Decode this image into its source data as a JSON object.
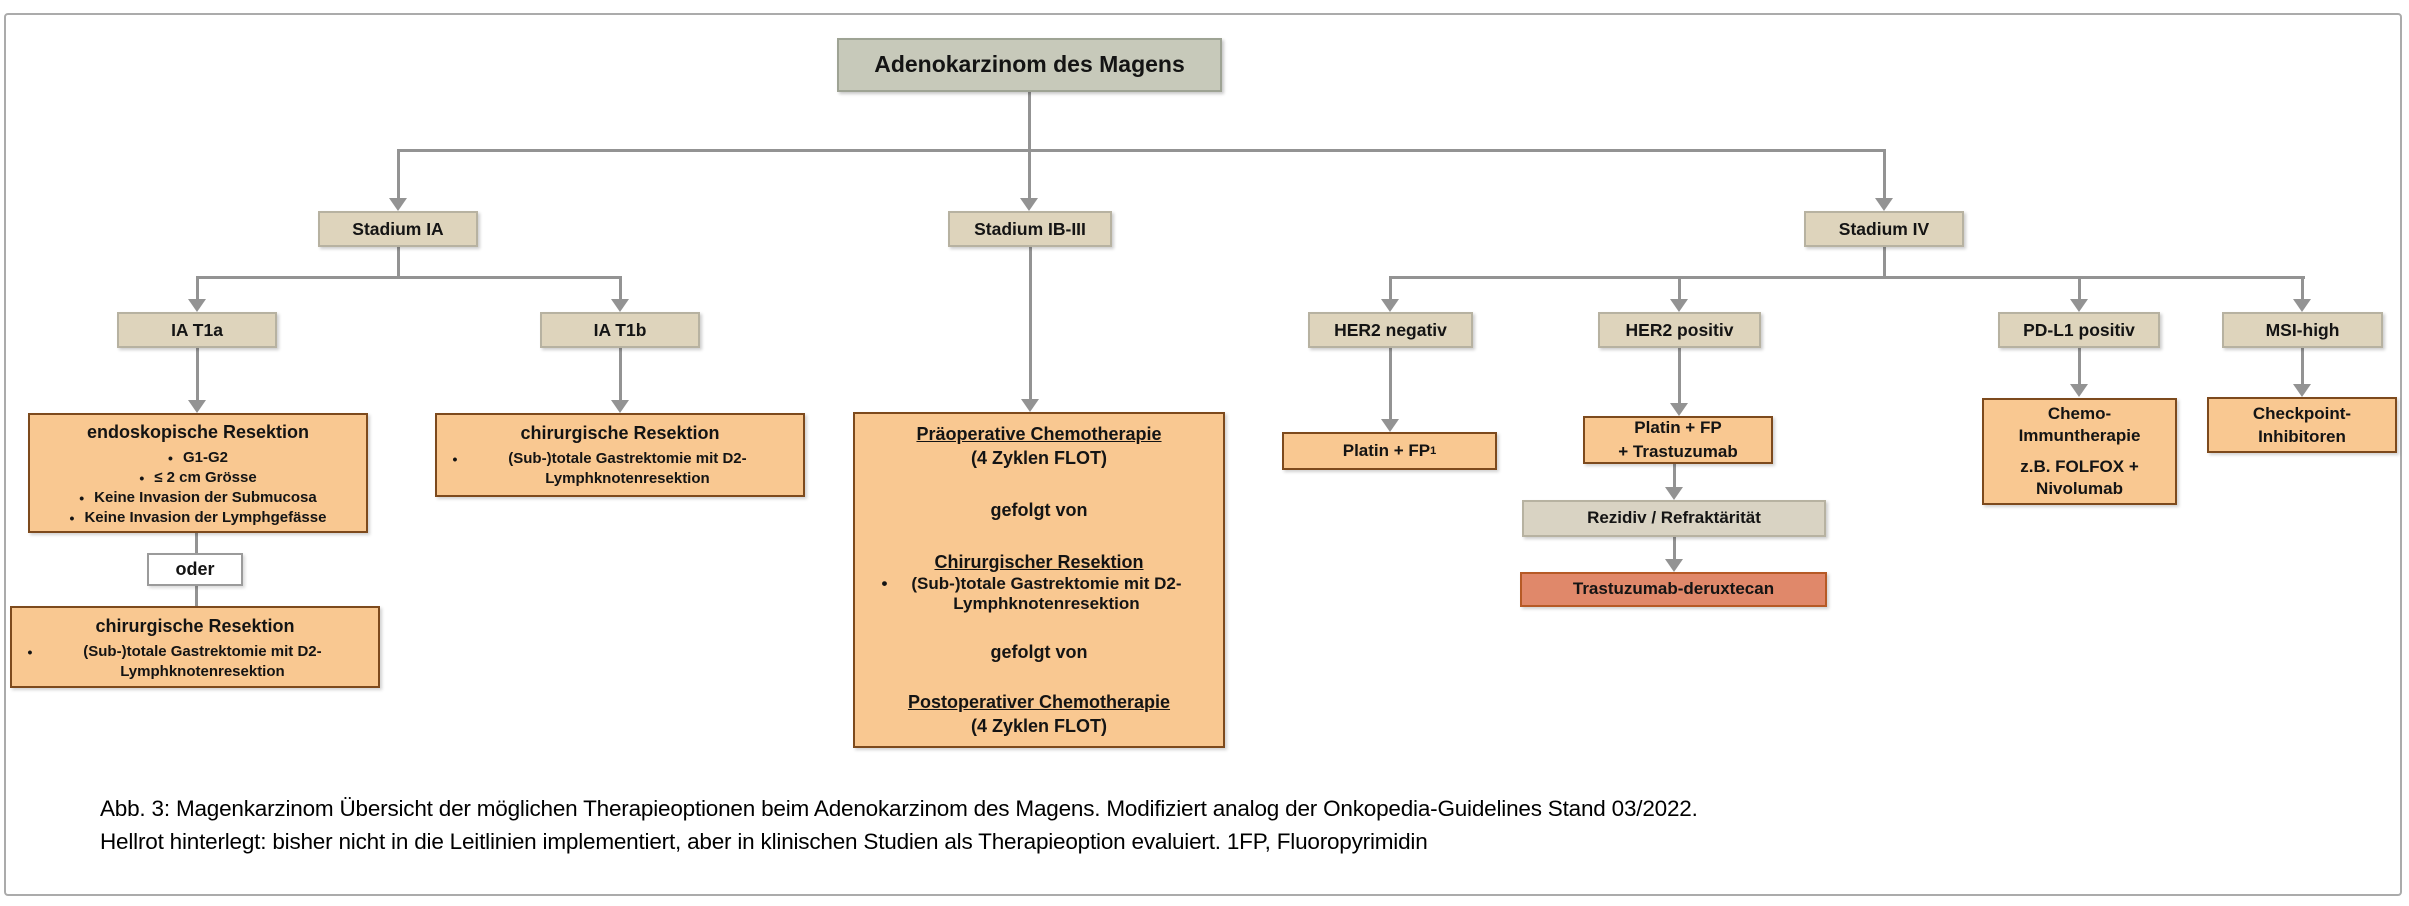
{
  "colors": {
    "sage_bg": "#c7c9ba",
    "tan_bg": "#ded4bc",
    "beige_bg": "#d9d3c3",
    "orange_bg": "#f9c891",
    "orange_border": "#7d4a1d",
    "salmon_bg": "#e0886a",
    "salmon_border": "#b65a26",
    "connector_gray": "#939393"
  },
  "ui": {
    "bullet": "•"
  },
  "diagram": {
    "root": "Adenokarzinom des Magens",
    "stadium_ia": "Stadium IA",
    "stadium_ib_iii": "Stadium IB-III",
    "stadium_iv": "Stadium IV",
    "ia_t1a": "IA T1a",
    "ia_t1b": "IA T1b",
    "endoskopische": {
      "title": "endoskopische Resektion",
      "bullets": [
        "G1-G2",
        "≤ 2 cm Grösse",
        "Keine Invasion der Submucosa",
        "Keine Invasion der Lymphgefässe"
      ]
    },
    "oder": "oder",
    "chirurgische_t1a": {
      "title": "chirurgische Resektion",
      "bullet": "(Sub-)totale Gastrektomie mit D2-Lymphknotenresektion"
    },
    "chirurgische_t1b": {
      "title": "chirurgische Resektion",
      "bullet": "(Sub-)totale Gastrektomie mit D2-Lymphknotenresektion"
    },
    "perioperative": {
      "pre_title": "Präoperative Chemotherapie",
      "pre_sub": "(4 Zyklen FLOT)",
      "connector1": "gefolgt von",
      "surgery_title": "Chirurgischer Resektion",
      "surgery_bullet": "(Sub-)totale Gastrektomie mit D2-Lymphknotenresektion",
      "connector2": "gefolgt von",
      "post_title": "Postoperativer Chemotherapie",
      "post_sub": "(4 Zyklen FLOT)"
    },
    "her2_negativ": "HER2 negativ",
    "her2_positiv": "HER2 positiv",
    "pdl1_positiv": "PD-L1 positiv",
    "msi_high": "MSI-high",
    "platin_fp": {
      "label": "Platin + FP",
      "sup": "1"
    },
    "platin_fp_trastuzumab": {
      "line1": "Platin + FP",
      "line2": "+ Trastuzumab"
    },
    "rezidiv": "Rezidiv / Refraktärität",
    "trastuzumab_deruxtecan": "Trastuzumab-deruxtecan",
    "chemo_immuntherapie": {
      "line1": "Chemo-",
      "line2": "Immuntherapie",
      "line3": "z.B. FOLFOX +",
      "line4": "Nivolumab"
    },
    "checkpoint_inhibitoren": {
      "line1": "Checkpoint-",
      "line2": "Inhibitoren"
    }
  },
  "caption": {
    "line1": "Abb. 3: Magenkarzinom Übersicht der möglichen Therapieoptionen beim Adenokarzinom des Magens. Modifiziert analog der Onkopedia-Guidelines Stand 03/2022.",
    "line2": "Hellrot hinterlegt: bisher nicht in die Leitlinien implementiert, aber in klinischen Studien als Therapieoption evaluiert. 1FP, Fluoropyrimidin"
  }
}
